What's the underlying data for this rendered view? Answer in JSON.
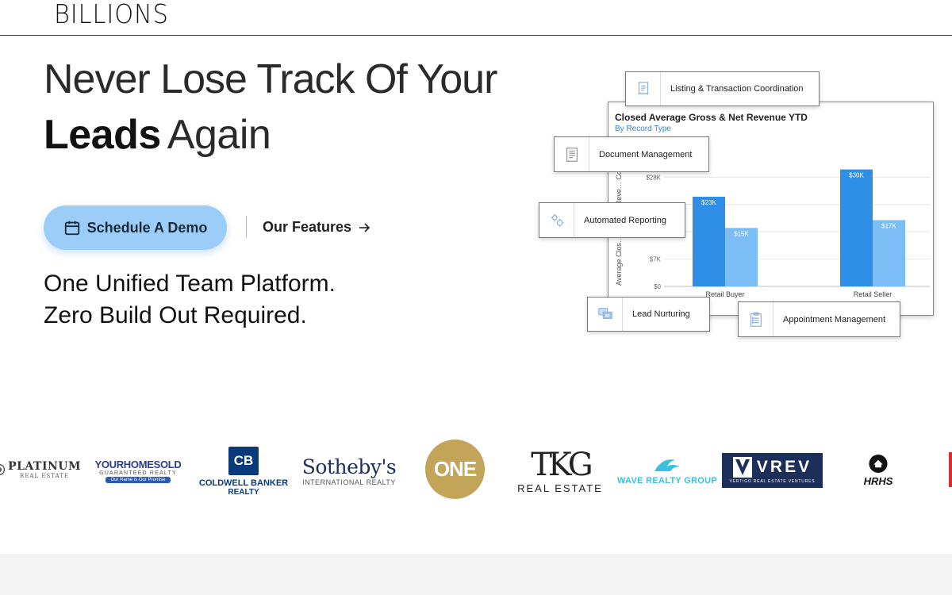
{
  "header": {
    "logo": "BILLIONS"
  },
  "hero": {
    "line1": "Never Lose Track Of Your",
    "line2_bold": "Leads",
    "line2_light": "Again",
    "demo_button": "Schedule A Demo",
    "features_link": "Our Features",
    "tagline1": "One Unified Team Platform.",
    "tagline2": "Zero Build Out Required."
  },
  "illustration": {
    "tags": {
      "listing": "Listing & Transaction Coordination",
      "document": "Document Management",
      "reporting": "Automated Reporting",
      "nurturing": "Lead Nurturing",
      "appointment": "Appointment Management"
    }
  },
  "chart_data": {
    "type": "bar",
    "title": "Closed Average Gross & Net Revenue YTD",
    "subtitle": "By Record Type",
    "ylabel": "Average Clos… Average Reve… Company",
    "categories": [
      "Retail Buyer",
      "Retail Seller"
    ],
    "series": [
      {
        "values": [
          23,
          30
        ],
        "labels": [
          "$23K",
          "$30K"
        ]
      },
      {
        "values": [
          15,
          17
        ],
        "labels": [
          "$15K",
          "$17K"
        ]
      }
    ],
    "yticks": [
      {
        "value": 0,
        "label": "$0"
      },
      {
        "value": 7,
        "label": "$7K"
      },
      {
        "value": 28,
        "label": "$28K"
      }
    ],
    "ylim": [
      0,
      35
    ],
    "colors": [
      "#2f8fe6",
      "#7dbdf5"
    ]
  },
  "logos": {
    "platinum": "PLATINUM",
    "platinum_sub": "REAL ESTATE",
    "yourhome": "YOURHOMESOLD",
    "yourhome_sub": "GUARANTEED REALTY",
    "yourhome_tag": "Our Name is Our Promise",
    "cb_mark": "CB",
    "coldwell": "COLDWELL BANKER",
    "coldwell_sub": "REALTY",
    "sothebys": "Sotheby's",
    "sothebys_sub": "INTERNATIONAL REALTY",
    "one": "ONE",
    "tkg": "TKG",
    "tkg_sub": "REAL ESTATE",
    "wave": "WAVE REALTY GROUP",
    "vrev": "VREV",
    "vrev_sub": "VERTIGO REAL ESTATE VENTURES",
    "hrhs": "HRHS"
  },
  "colors": {
    "accent": "#9ccdf8",
    "bar_dark": "#2f8fe6",
    "bar_light": "#7dbdf5",
    "sothebys": "#1f2d5a",
    "cb": "#0b3a7a",
    "one_gold": "#c2a559",
    "wave": "#39c0e0"
  }
}
